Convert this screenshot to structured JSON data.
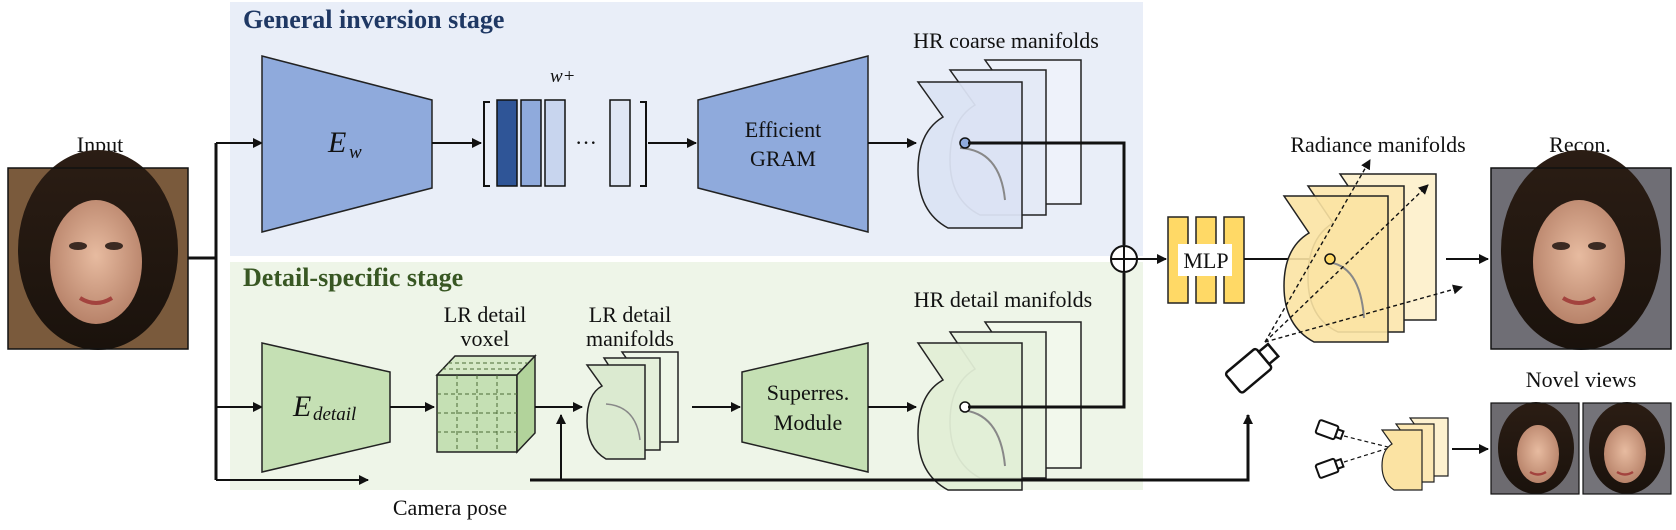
{
  "stages": {
    "general": "General inversion stage",
    "detail": "Detail-specific stage"
  },
  "labels": {
    "input": "Input",
    "recon": "Recon.",
    "novel_views": "Novel views",
    "camera_pose": "Camera pose",
    "w_plus": "w+",
    "ellipsis": "···",
    "hr_coarse": "HR coarse manifolds",
    "hr_detail": "HR detail manifolds",
    "lr_voxel_line1": "LR detail",
    "lr_voxel_line2": "voxel",
    "lr_manifolds_line1": "LR detail",
    "lr_manifolds_line2": "manifolds",
    "radiance": "Radiance manifolds",
    "plus": "+"
  },
  "blocks": {
    "ew_main": "E",
    "ew_sub": "w",
    "edetail_main": "E",
    "edetail_sub": "detail",
    "gram_line1": "Efficient",
    "gram_line2": "GRAM",
    "superres_line1": "Superres.",
    "superres_line2": "Module",
    "mlp": "MLP"
  },
  "colors": {
    "general_bg": "#e9eef8",
    "detail_bg": "#eef5e8",
    "blue_block": "#8faadc",
    "green_block": "#c5e0b4",
    "dark_blue_latent": "#2f5597",
    "yellow_mlp": "#ffd966",
    "title_blue": "#1f3864",
    "title_green": "#385723"
  }
}
